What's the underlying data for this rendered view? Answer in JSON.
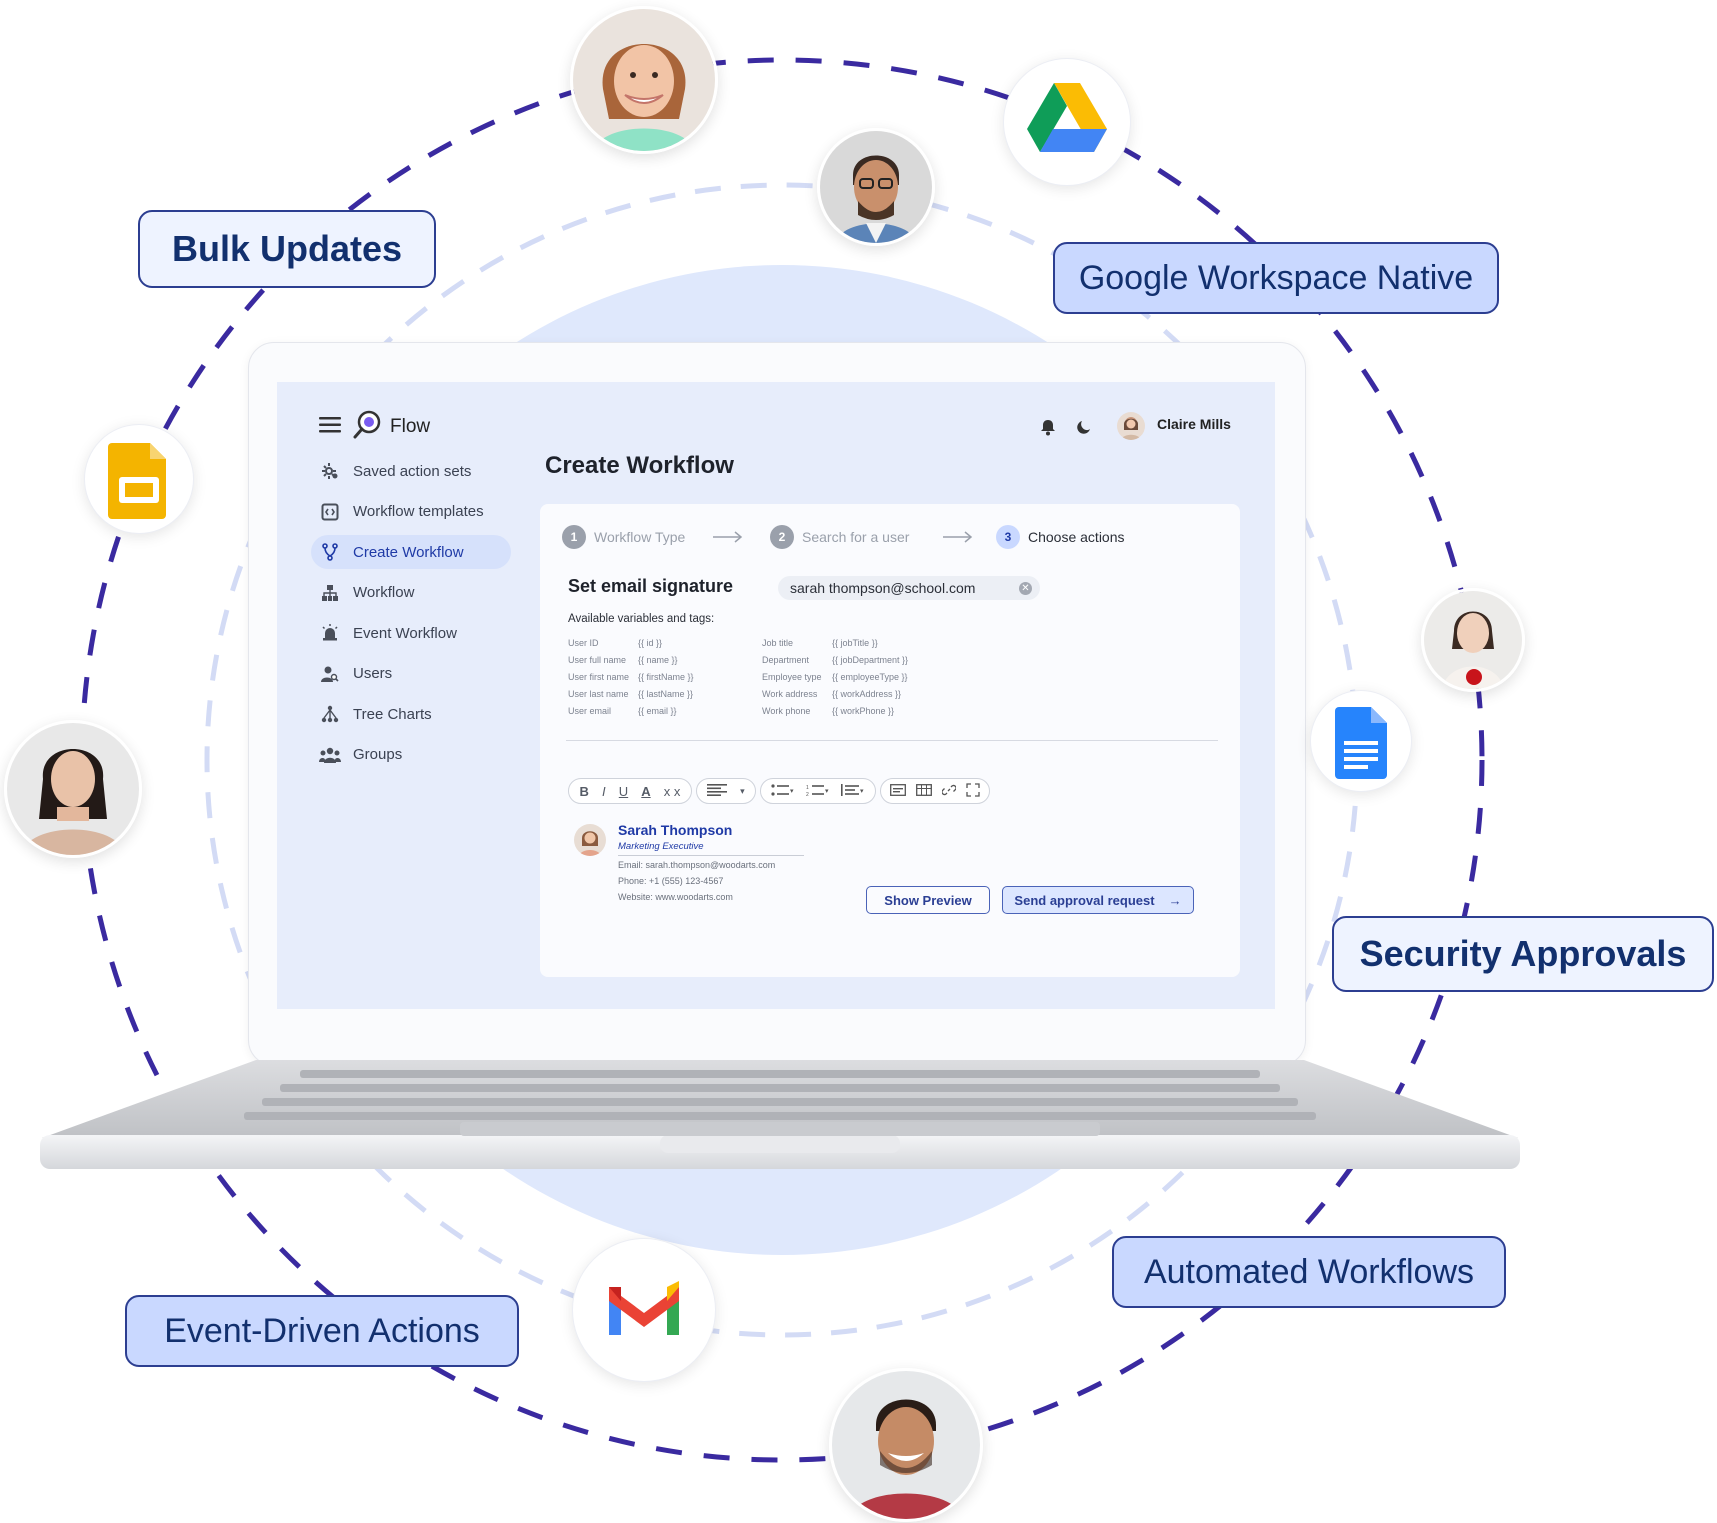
{
  "feature_labels": {
    "bulk_updates": "Bulk Updates",
    "google_workspace": "Google Workspace Native",
    "security_approvals": "Security Approvals",
    "automated_workflows": "Automated Workflows",
    "event_driven": "Event-Driven Actions"
  },
  "app": {
    "name": "Flow",
    "user_name": "Claire Mills",
    "page_title": "Create Workflow",
    "sidebar": [
      {
        "label": "Saved action sets",
        "icon": "gear-icon"
      },
      {
        "label": "Workflow templates",
        "icon": "template-icon"
      },
      {
        "label": "Create Workflow",
        "icon": "branch-icon",
        "active": true
      },
      {
        "label": "Workflow",
        "icon": "hierarchy-icon"
      },
      {
        "label": "Event Workflow",
        "icon": "alarm-icon"
      },
      {
        "label": "Users",
        "icon": "user-search-icon"
      },
      {
        "label": "Tree Charts",
        "icon": "tree-chart-icon"
      },
      {
        "label": "Groups",
        "icon": "group-icon"
      }
    ],
    "steps": [
      {
        "num": "1",
        "label": "Workflow Type"
      },
      {
        "num": "2",
        "label": "Search for a user"
      },
      {
        "num": "3",
        "label": "Choose actions"
      }
    ],
    "section_title": "Set email signature",
    "user_chip": "sarah thompson@school.com",
    "variables_heading": "Available variables and tags:",
    "variables_left": [
      {
        "name": "User ID",
        "tag": "{{ id }}"
      },
      {
        "name": "User full name",
        "tag": "{{ name }}"
      },
      {
        "name": "User first name",
        "tag": "{{ firstName }}"
      },
      {
        "name": "User last name",
        "tag": "{{ lastName }}"
      },
      {
        "name": "User email",
        "tag": "{{ email }}"
      }
    ],
    "variables_right": [
      {
        "name": "Job title",
        "tag": "{{ jobTitle }}"
      },
      {
        "name": "Department",
        "tag": "{{ jobDepartment }}"
      },
      {
        "name": "Employee type",
        "tag": "{{ employeeType }}"
      },
      {
        "name": "Work address",
        "tag": "{{ workAddress }}"
      },
      {
        "name": "Work phone",
        "tag": "{{ workPhone }}"
      }
    ],
    "toolbar": {
      "bold": "B",
      "italic": "I",
      "underline": "U",
      "font_color": "A",
      "clear_format": "x x"
    },
    "signature": {
      "name": "Sarah Thompson",
      "title": "Marketing Executive",
      "email": "Email: sarah.thompson@woodarts.com",
      "phone": "Phone: +1 (555) 123-4567",
      "website": "Website: www.woodarts.com"
    },
    "buttons": {
      "preview": "Show Preview",
      "send": "Send approval request"
    }
  },
  "colors": {
    "accent": "#2c3e91",
    "pill_fill": "#c9d8ff",
    "screen_bg": "#e7edfb",
    "orbit_dash": "#3a2aa0",
    "inner_dash": "#d3dbf5"
  }
}
